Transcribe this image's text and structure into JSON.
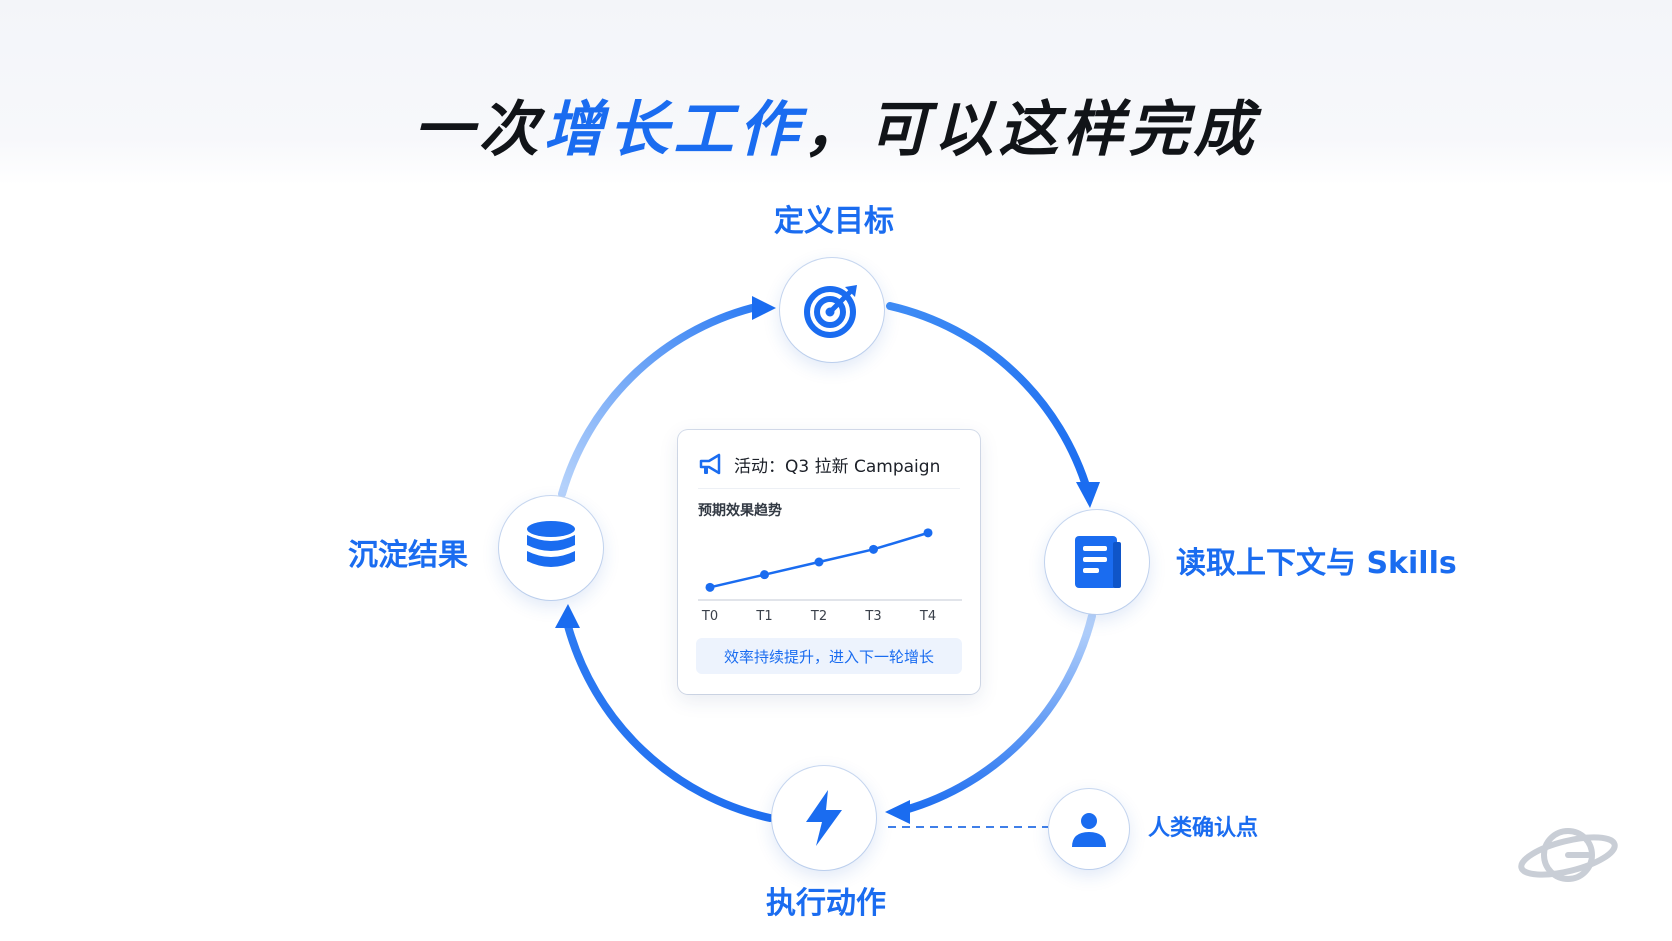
{
  "headline": {
    "lead": "一次",
    "accent": "增长工作",
    "tail": "，可以这样完成"
  },
  "nodes": {
    "define_goal": {
      "label": "定义目标",
      "icon": "target-icon"
    },
    "read_context": {
      "label": "读取上下文与 Skills",
      "icon": "book-icon"
    },
    "execute_action": {
      "label": "执行动作",
      "icon": "lightning-icon"
    },
    "store_results": {
      "label": "沉淀结果",
      "icon": "database-icon"
    },
    "human_checkpoint": {
      "label": "人类确认点",
      "icon": "person-icon"
    }
  },
  "card": {
    "title": "活动：Q3 拉新 Campaign",
    "subtitle": "预期效果趋势",
    "footer": "效率持续提升，进入下一轮增长",
    "icon": "megaphone-icon"
  },
  "chart_data": {
    "type": "line",
    "title": "预期效果趋势",
    "categories": [
      "T0",
      "T1",
      "T2",
      "T3",
      "T4"
    ],
    "values": [
      1,
      2,
      3,
      4,
      5.3
    ],
    "ylim": [
      0,
      6
    ],
    "grid": false,
    "line_color": "#1a6cf0"
  },
  "colors": {
    "accent": "#1a6cf0",
    "text": "#111418"
  }
}
